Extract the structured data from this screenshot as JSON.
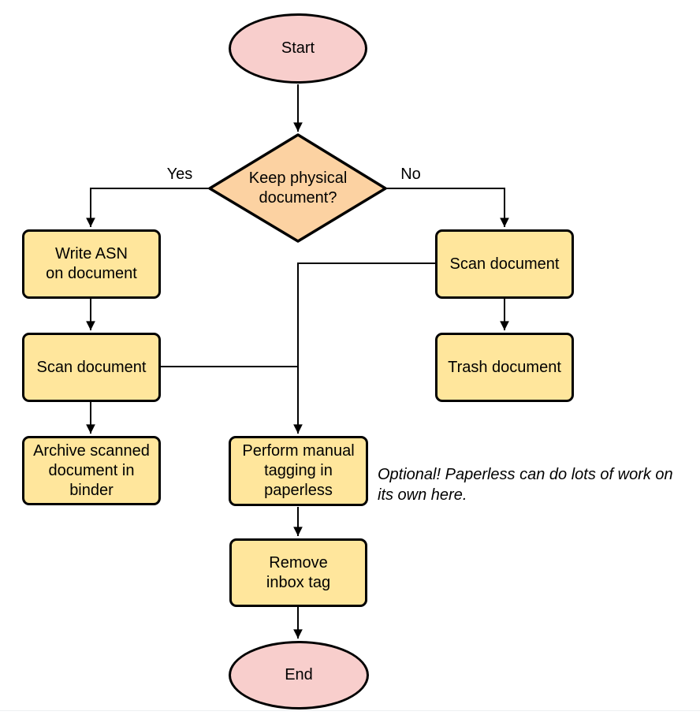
{
  "flowchart": {
    "nodes": {
      "start": {
        "label": "Start"
      },
      "keep_physical_decision": {
        "label": "Keep physical\ndocument?"
      },
      "write_asn": {
        "label": "Write ASN\non document"
      },
      "scan_document_keep": {
        "label": "Scan document"
      },
      "archive_in_binder": {
        "label": "Archive scanned\ndocument in\nbinder"
      },
      "scan_document_discard": {
        "label": "Scan document"
      },
      "trash_document": {
        "label": "Trash document"
      },
      "manual_tagging": {
        "label": "Perform manual\ntagging in\npaperless"
      },
      "remove_inbox_tag": {
        "label": "Remove\ninbox tag"
      },
      "end": {
        "label": "End"
      }
    },
    "edge_labels": {
      "yes": "Yes",
      "no": "No"
    },
    "annotation": "Optional! Paperless can do lots of work on\nits own here.",
    "colors": {
      "terminator_fill": "#f8cecc",
      "decision_fill": "#fcd2a2",
      "process_fill": "#ffe69c",
      "stroke_color": "#000000",
      "text_color": "#000000"
    }
  }
}
